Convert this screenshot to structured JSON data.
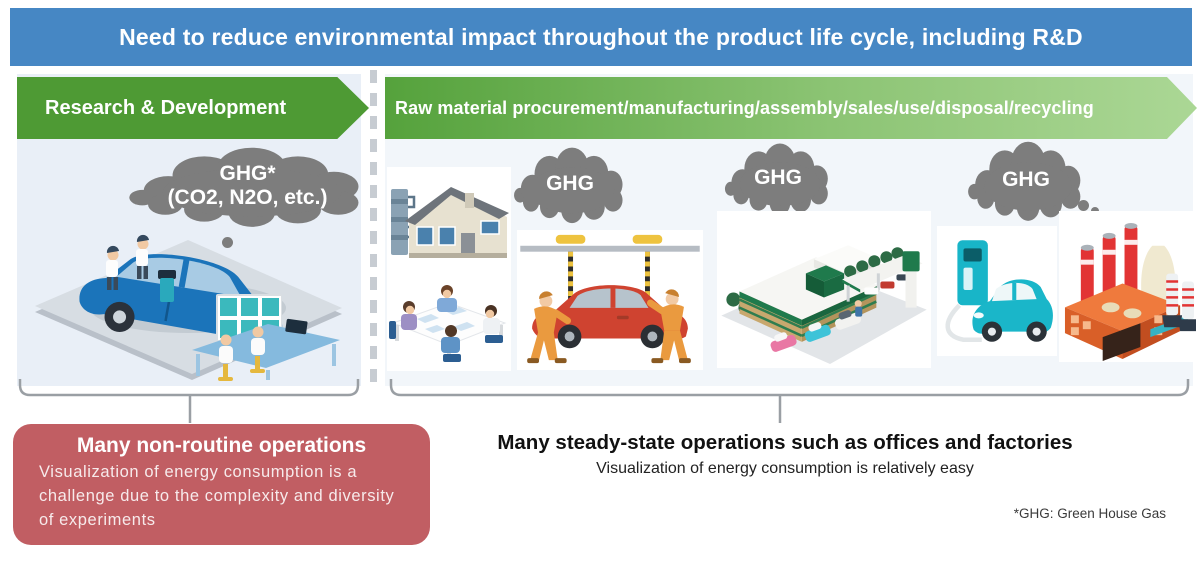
{
  "banner": {
    "title": "Need to reduce environmental impact throughout the product life cycle, including R&D"
  },
  "stages": {
    "rd": {
      "label": "Research & Development"
    },
    "lifecycle": {
      "label": "Raw material procurement/manufacturing/assembly/sales/use/disposal/recycling"
    }
  },
  "clouds": {
    "rd": {
      "line1": "GHG*",
      "line2": "(CO2, N2O, etc.)"
    },
    "manufacturing": {
      "label": "GHG"
    },
    "sales": {
      "label": "GHG"
    },
    "use": {
      "label": "GHG"
    }
  },
  "callouts": {
    "rd": {
      "title": "Many non-routine operations",
      "body": "Visualization of energy consumption is a challenge due to the complexity and diversity of experiments"
    },
    "lifecycle": {
      "title": "Many steady-state operations such as offices and factories",
      "body": "Visualization of energy consumption is relatively easy"
    }
  },
  "footnote": "*GHG: Green House Gas",
  "icons": {
    "illustrations": [
      "rd-test-lab",
      "factory-building",
      "office-meeting",
      "car-assembly",
      "car-dealership",
      "ev-charging",
      "power-plant"
    ],
    "cloud": "ghg-cloud-icon"
  },
  "colors": {
    "banner_blue": "#4687c4",
    "rd_green": "#4e9a34",
    "lifecycle_green_start": "#55a23c",
    "lifecycle_green_end": "#abd795",
    "panel_left": "#e9eff7",
    "panel_right": "#f2f6fa",
    "cloud_gray": "#7d7d7d",
    "callout_red": "#c15e63"
  }
}
